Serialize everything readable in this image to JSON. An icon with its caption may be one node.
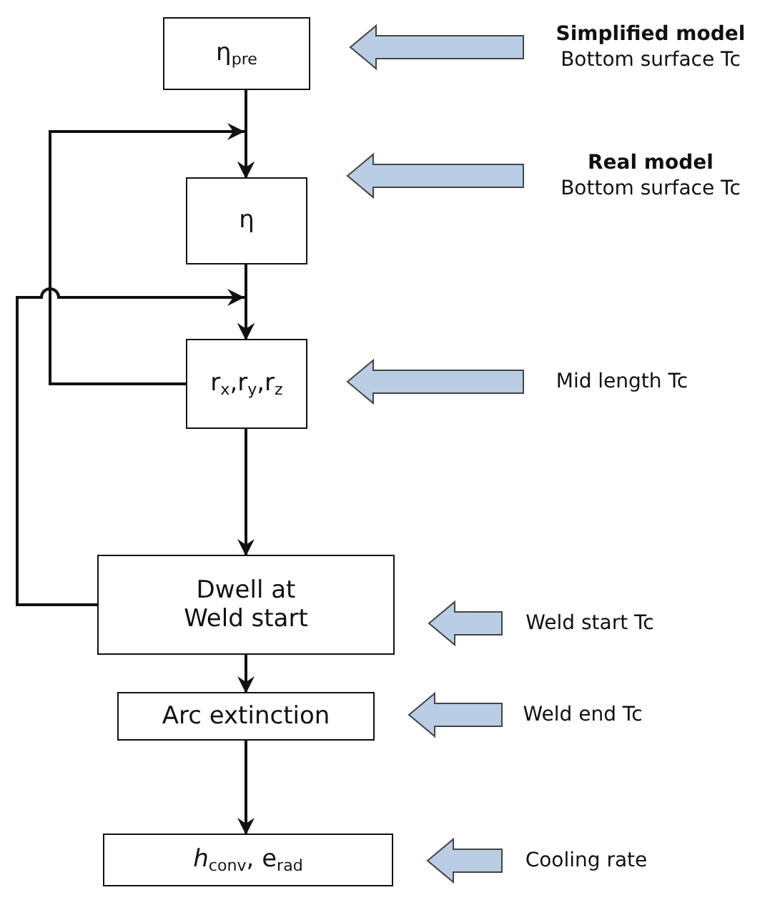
{
  "diagram": {
    "nodes": [
      {
        "text": [
          "η$_{pre}$"
        ]
      },
      {
        "text": [
          "η"
        ]
      },
      {
        "text": [
          "r$_{x}$,r$_{y}$,r$_{z}$"
        ]
      },
      {
        "text": [
          "Dwell at Weld start"
        ]
      },
      {
        "text": [
          "Arc extinction"
        ]
      },
      {
        "text": [
          "*h*$_{conv}$, e$_{rad}$"
        ]
      },
      {
        "text": [
          "Simplified model",
          "Bottom surface Tc"
        ]
      },
      {
        "text": [
          "Real model",
          "Bottom surface Tc"
        ]
      },
      {
        "text": [
          "Mid length Tc"
        ]
      },
      {
        "text": [
          "Weld start Tc"
        ]
      },
      {
        "text": [
          "Weld end Tc"
        ]
      },
      {
        "text": [
          "Cooling rate"
        ]
      }
    ],
    "edges": [
      {
        "from": 0,
        "to": 1,
        "arrow": "to"
      },
      {
        "from": 1,
        "to": 2,
        "arrow": "to"
      },
      {
        "from": 2,
        "to": 3,
        "arrow": "to"
      },
      {
        "from": 3,
        "to": 4,
        "arrow": "to"
      },
      {
        "from": 4,
        "to": 5,
        "arrow": "to"
      },
      {
        "from": 2,
        "to": 1,
        "arrow": "to"
      },
      {
        "from": 3,
        "to": 2,
        "arrow": "to"
      },
      {
        "from": 6,
        "to": 0,
        "arrow": "to",
        "style": "thick",
        "color": "#b9cde5"
      },
      {
        "from": 7,
        "to": 1,
        "arrow": "to",
        "style": "thick",
        "color": "#b9cde5"
      },
      {
        "from": 8,
        "to": 2,
        "arrow": "to",
        "style": "thick",
        "color": "#b9cde5"
      },
      {
        "from": 9,
        "to": 3,
        "arrow": "to",
        "style": "thick",
        "color": "#b9cde5"
      },
      {
        "from": 10,
        "to": 4,
        "arrow": "to",
        "style": "thick",
        "color": "#b9cde5"
      },
      {
        "from": 11,
        "to": 5,
        "arrow": "to",
        "style": "thick",
        "color": "#b9cde5"
      }
    ]
  }
}
